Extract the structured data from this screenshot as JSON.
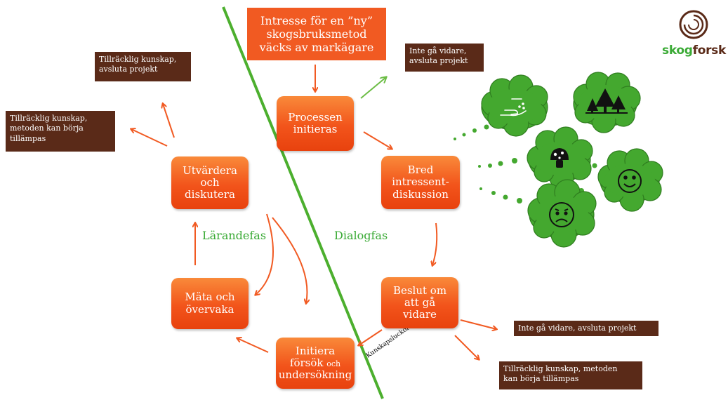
{
  "title_box": {
    "line1": "Intresse för en ”ny”",
    "line2": "skogsbruksmetod",
    "line3": "väcks av markägare"
  },
  "nodes": {
    "processen": {
      "line1": "Processen",
      "line2": "initieras"
    },
    "bred": {
      "line1": "Bred",
      "line2": "intressent-",
      "line3": "diskussion"
    },
    "beslut": {
      "line1": "Beslut om",
      "line2": "att gå",
      "line3": "vidare"
    },
    "initiera": {
      "line1": "Initiera",
      "line2a": "försök ",
      "line2b": "och",
      "line3": "undersökning"
    },
    "mata": {
      "line1": "Mäta och",
      "line2": "övervaka"
    },
    "utvardera": {
      "line1": "Utvärdera",
      "line2": "och",
      "line3": "diskutera"
    }
  },
  "outcomes": {
    "top_right": {
      "line1": "Inte gå vidare,",
      "line2": "avsluta projekt"
    },
    "top_left_1": {
      "line1": "Tillräcklig kunskap,",
      "line2": "avsluta projekt"
    },
    "top_left_2": {
      "line1": "Tillräcklig kunskap,",
      "line2": "metoden kan börja",
      "line3": "tillämpas"
    },
    "bottom_right_1": {
      "line1": "Inte gå vidare, avsluta projekt"
    },
    "bottom_right_2": {
      "line1": "Tillräcklig kunskap, metoden",
      "line2": "kan börja tillämpas"
    }
  },
  "phases": {
    "left": "Lärandefas",
    "right": "Dialogfas"
  },
  "gap_label": "Kunskapsluckor",
  "logo": {
    "part1": "skog",
    "part2": "forsk"
  },
  "thought_icons": [
    "hand-water-icon",
    "forest-icon",
    "mushroom-icon",
    "smile-icon",
    "sad-face-icon"
  ],
  "colors": {
    "orange": "#f15a22",
    "brown": "#5a2a18",
    "green": "#3aaa35",
    "cloud": "#44a82f",
    "cloud_dark": "#2f7d1f"
  }
}
